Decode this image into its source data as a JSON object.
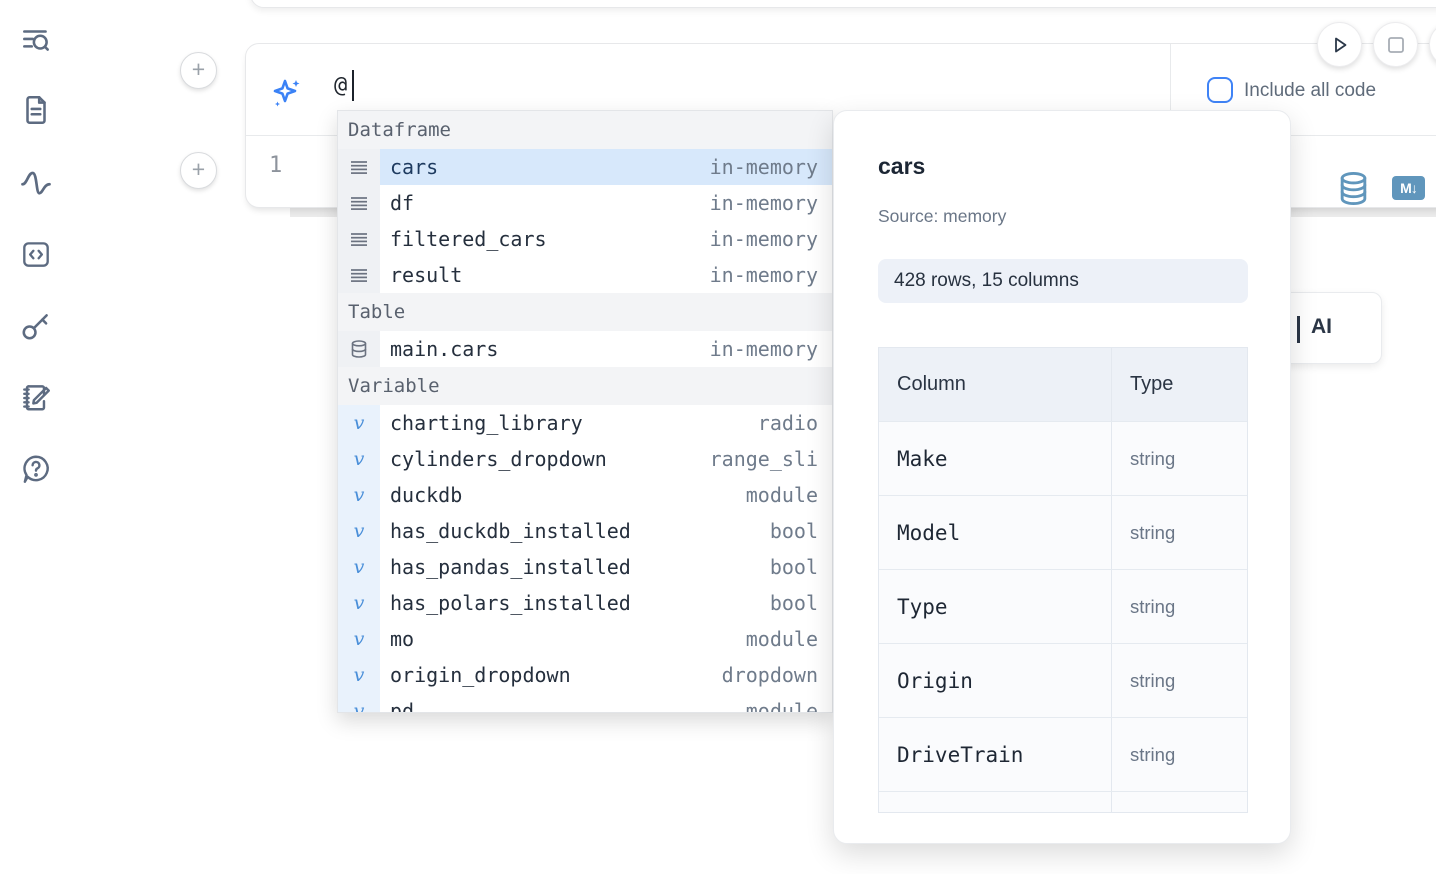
{
  "colors": {
    "accent_blue": "#3b82f6",
    "steel_blue": "#6096bc",
    "selection_bg": "#d7e8fb",
    "icon_slate": "#5d6b81"
  },
  "sidebar": {
    "icons": [
      "toc-search",
      "document",
      "activity",
      "code",
      "key",
      "scratchpad",
      "help"
    ]
  },
  "add_buttons": {
    "plus_label": "+"
  },
  "toolbar": {
    "include_all_code_label": "Include all code"
  },
  "ai_input": {
    "value": "@"
  },
  "editor": {
    "line_number": "1"
  },
  "cell_actions": {
    "markdown_badge": "M↓"
  },
  "autocomplete": {
    "sections": [
      {
        "label": "Dataframe",
        "items": [
          {
            "name": "cars",
            "meta": "in-memory",
            "selected": true
          },
          {
            "name": "df",
            "meta": "in-memory"
          },
          {
            "name": "filtered_cars",
            "meta": "in-memory"
          },
          {
            "name": "result",
            "meta": "in-memory"
          }
        ]
      },
      {
        "label": "Table",
        "items": [
          {
            "name": "main.cars",
            "meta": "in-memory"
          }
        ]
      },
      {
        "label": "Variable",
        "items": [
          {
            "name": "charting_library",
            "meta": "radio"
          },
          {
            "name": "cylinders_dropdown",
            "meta": "range_sli"
          },
          {
            "name": "duckdb",
            "meta": "module"
          },
          {
            "name": "has_duckdb_installed",
            "meta": "bool"
          },
          {
            "name": "has_pandas_installed",
            "meta": "bool"
          },
          {
            "name": "has_polars_installed",
            "meta": "bool"
          },
          {
            "name": "mo",
            "meta": "module"
          },
          {
            "name": "origin_dropdown",
            "meta": "dropdown"
          },
          {
            "name": "pd",
            "meta": "module"
          }
        ]
      }
    ]
  },
  "preview": {
    "title": "cars",
    "source": "Source: memory",
    "shape": "428 rows, 15 columns",
    "table": {
      "headers": [
        "Column",
        "Type"
      ],
      "rows": [
        [
          "Make",
          "string"
        ],
        [
          "Model",
          "string"
        ],
        [
          "Type",
          "string"
        ],
        [
          "Origin",
          "string"
        ],
        [
          "DriveTrain",
          "string"
        ]
      ]
    }
  },
  "ai_button": {
    "label": "AI"
  }
}
